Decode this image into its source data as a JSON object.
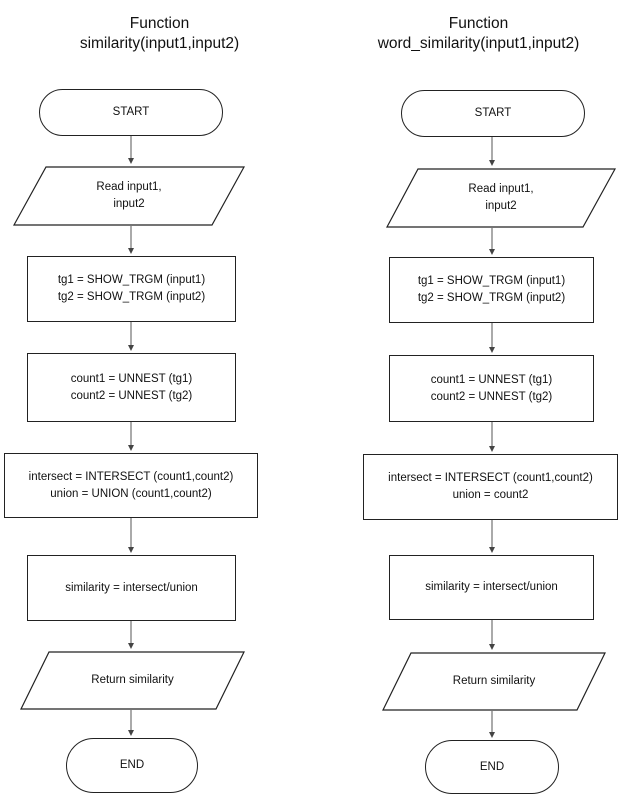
{
  "flowcharts": [
    {
      "title_line1": "Function",
      "title_line2": "similarity(input1,input2)",
      "start": "START",
      "read_line1": "Read input1,",
      "read_line2": "input2",
      "trgm_line1": "tg1 = SHOW_TRGM (input1)",
      "trgm_line2": "tg2 = SHOW_TRGM (input2)",
      "unnest_line1": "count1 = UNNEST (tg1)",
      "unnest_line2": "count2 = UNNEST (tg2)",
      "set_line1": "intersect = INTERSECT (count1,count2)",
      "set_line2": "union = UNION (count1,count2)",
      "similarity": "similarity = intersect/union",
      "return": "Return similarity",
      "end": "END"
    },
    {
      "title_line1": "Function",
      "title_line2": "word_similarity(input1,input2)",
      "start": "START",
      "read_line1": "Read input1,",
      "read_line2": "input2",
      "trgm_line1": "tg1 = SHOW_TRGM (input1)",
      "trgm_line2": "tg2 = SHOW_TRGM (input2)",
      "unnest_line1": "count1 = UNNEST (tg1)",
      "unnest_line2": "count2 = UNNEST (tg2)",
      "set_line1": "intersect = INTERSECT (count1,count2)",
      "set_line2": "union = count2",
      "similarity": "similarity = intersect/union",
      "return": "Return similarity",
      "end": "END"
    }
  ]
}
